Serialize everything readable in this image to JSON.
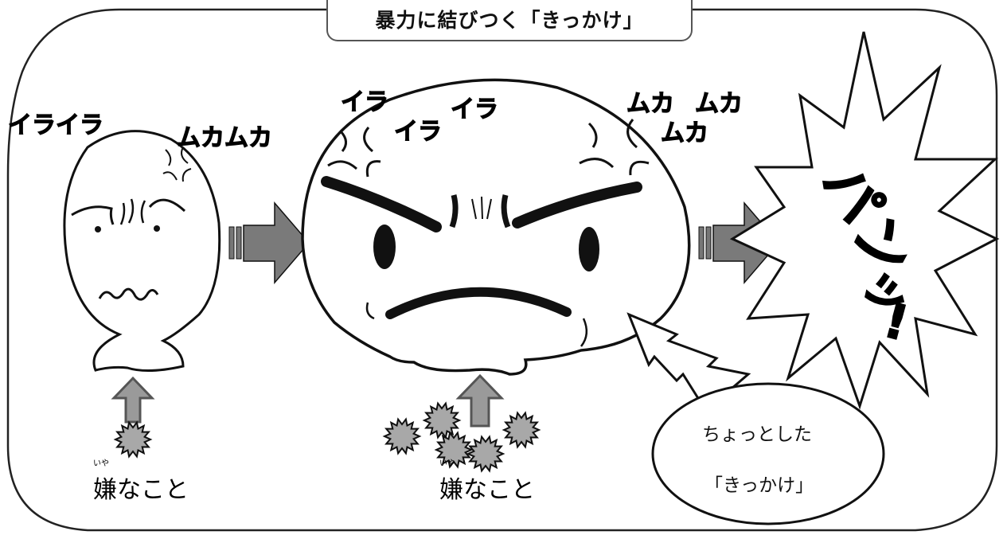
{
  "title": "暴力に結びつく「きっかけ」",
  "left_face": {
    "irairaa": "イライラ",
    "mukamuka": "ムカムカ",
    "iya_ruby": "いや",
    "iya_label": "嫌なこと"
  },
  "big_face": {
    "ira1": "イラ",
    "ira2": "イラ",
    "ira3": "イラ",
    "muka1": "ムカ",
    "muka2": "ムカ",
    "muka3": "ムカ",
    "iya_ruby": "いや",
    "iya_label": "嫌なこと"
  },
  "trigger": {
    "line1": "ちょっとした",
    "line2": "「きっかけ」"
  },
  "explosion": {
    "pan": "パ",
    "n": "ン",
    "tsu": "ッ",
    "bang": "!"
  },
  "colors": {
    "arrow_fill": "#7a7a7a",
    "burst_fill": "#a8a8a8",
    "up_arrow_fill": "#9a9a9a"
  }
}
